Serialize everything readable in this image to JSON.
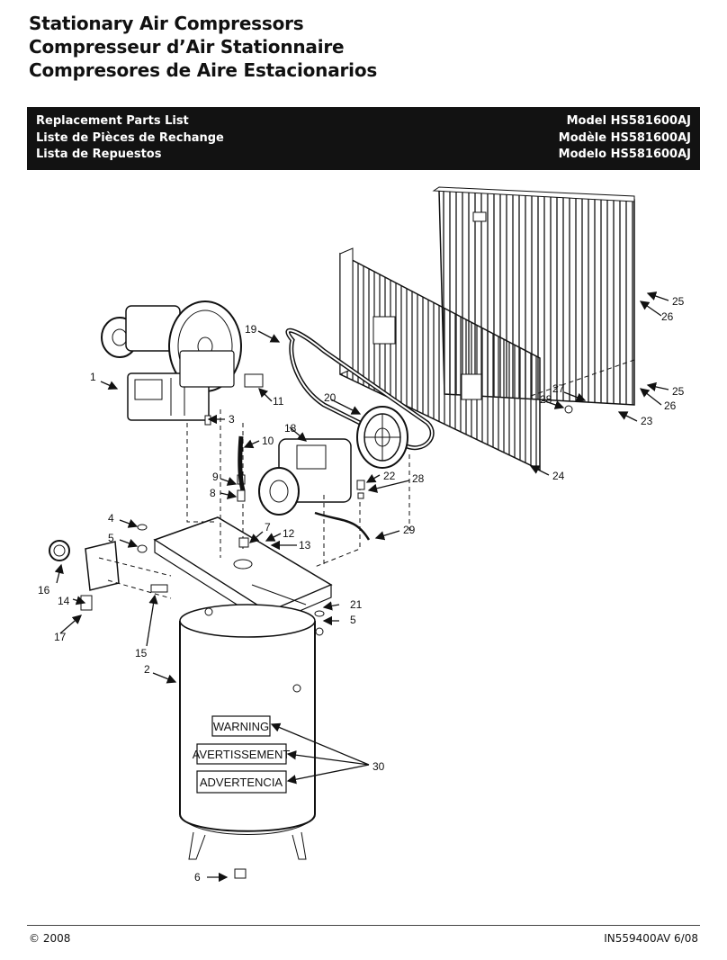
{
  "header": {
    "titles": [
      "Stationary Air Compressors",
      "Compresseur d’Air Stationnaire",
      "Compresores de Aire Estacionarios"
    ]
  },
  "banner": {
    "left": [
      "Replacement Parts List",
      "Liste de Pièces de Rechange",
      "Lista de Repuestos"
    ],
    "right": [
      "Model HS581600AJ",
      "Modèle HS581600AJ",
      "Modelo HS581600AJ"
    ]
  },
  "warnings": [
    "WARNING",
    "AVERTISSEMENT",
    "ADVERTENCIA"
  ],
  "callouts": {
    "c1": "1",
    "c2": "2",
    "c3": "3",
    "c4": "4",
    "c5a": "5",
    "c5b": "5",
    "c6": "6",
    "c7": "7",
    "c8": "8",
    "c9": "9",
    "c10": "10",
    "c11": "11",
    "c12": "12",
    "c13": "13",
    "c14": "14",
    "c15": "15",
    "c16": "16",
    "c17": "17",
    "c18": "18",
    "c19": "19",
    "c20": "20",
    "c21": "21",
    "c22": "22",
    "c23": "23",
    "c24": "24",
    "c25a": "25",
    "c25b": "25",
    "c26a": "26",
    "c26b": "26",
    "c27": "27",
    "c28a": "28",
    "c28b": "28",
    "c29": "29",
    "c30": "30"
  },
  "footer": {
    "copyright": "© 2008",
    "doc_id": "IN559400AV  6/08"
  }
}
